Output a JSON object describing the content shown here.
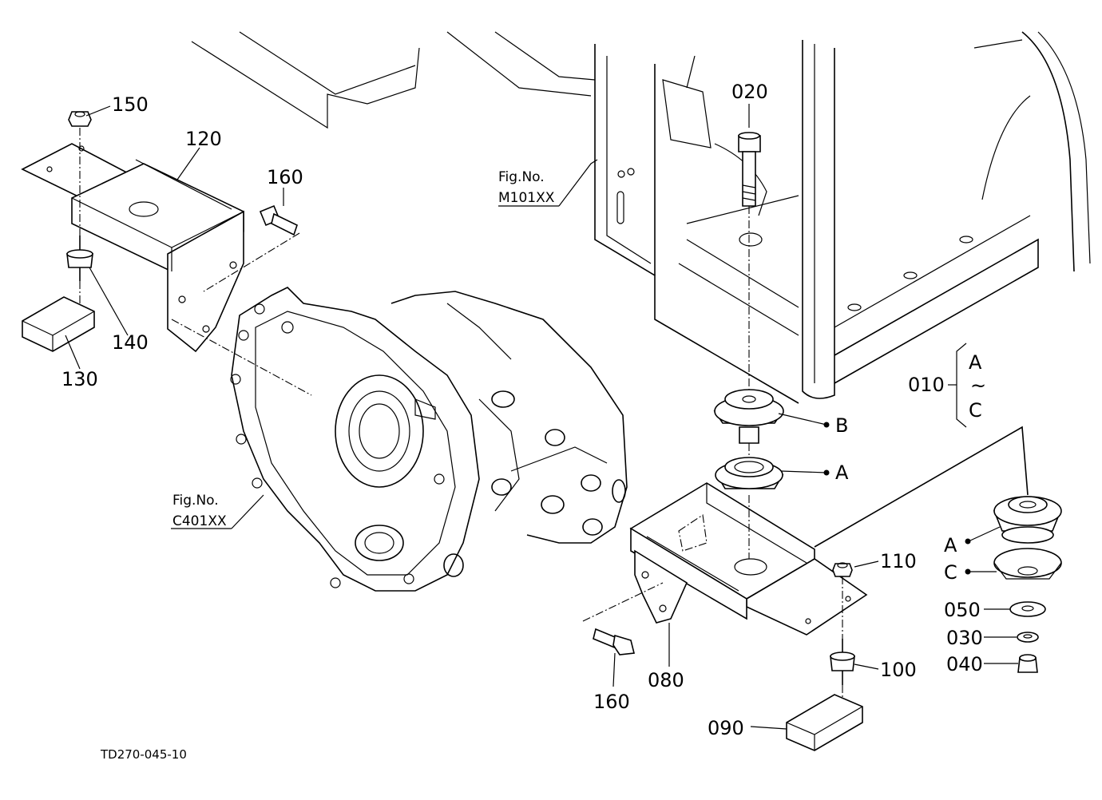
{
  "labels": {
    "p150": "150",
    "p120": "120",
    "p160a": "160",
    "p140": "140",
    "p130": "130",
    "p020": "020",
    "p010": "010",
    "ref_a1": "A",
    "ref_tilde": "~",
    "ref_c1": "C",
    "ref_b": "B",
    "ref_a2": "A",
    "ref_a3": "A",
    "ref_c2": "C",
    "p110": "110",
    "p050": "050",
    "p030": "030",
    "p040": "040",
    "p100": "100",
    "p160b": "160",
    "p080": "080",
    "p090": "090"
  },
  "figrefs": {
    "m101_title": "Fig.No.",
    "m101_code": "M101XX",
    "c401_title": "Fig.No.",
    "c401_code": "C401XX"
  },
  "drawing_code": "TD270-045-10"
}
